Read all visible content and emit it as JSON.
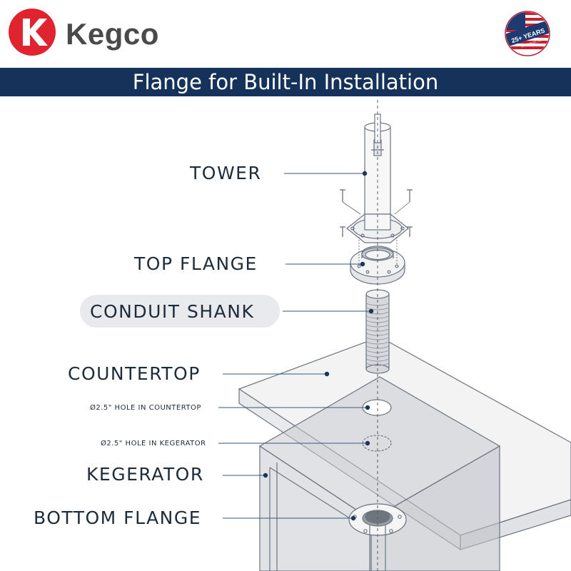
{
  "brand": {
    "name": "Kegco",
    "logo_letter": "K",
    "accent": "#e0242f",
    "text_color": "#4a4a4a"
  },
  "badge": {
    "years": "25+ YEARS",
    "location": "SAN DIEGO, CA"
  },
  "banner": {
    "title": "Flange for Built-In Installation",
    "background": "#15335a"
  },
  "labels": {
    "tower": "TOWER",
    "top_flange": "TOP FLANGE",
    "conduit_shank": "CONDUIT SHANK",
    "countertop": "COUNTERTOP",
    "hole_countertop": "Ø2.5\" HOLE IN COUNTERTOP",
    "hole_kegerator": "Ø2.5\" HOLE IN KEGERATOR",
    "kegerator": "KEGERATOR",
    "bottom_flange": "BOTTOM FLANGE"
  },
  "colors": {
    "leader_line": "#3a5778",
    "dot": "#1e3556",
    "highlight_pill": "#e8eaee"
  }
}
